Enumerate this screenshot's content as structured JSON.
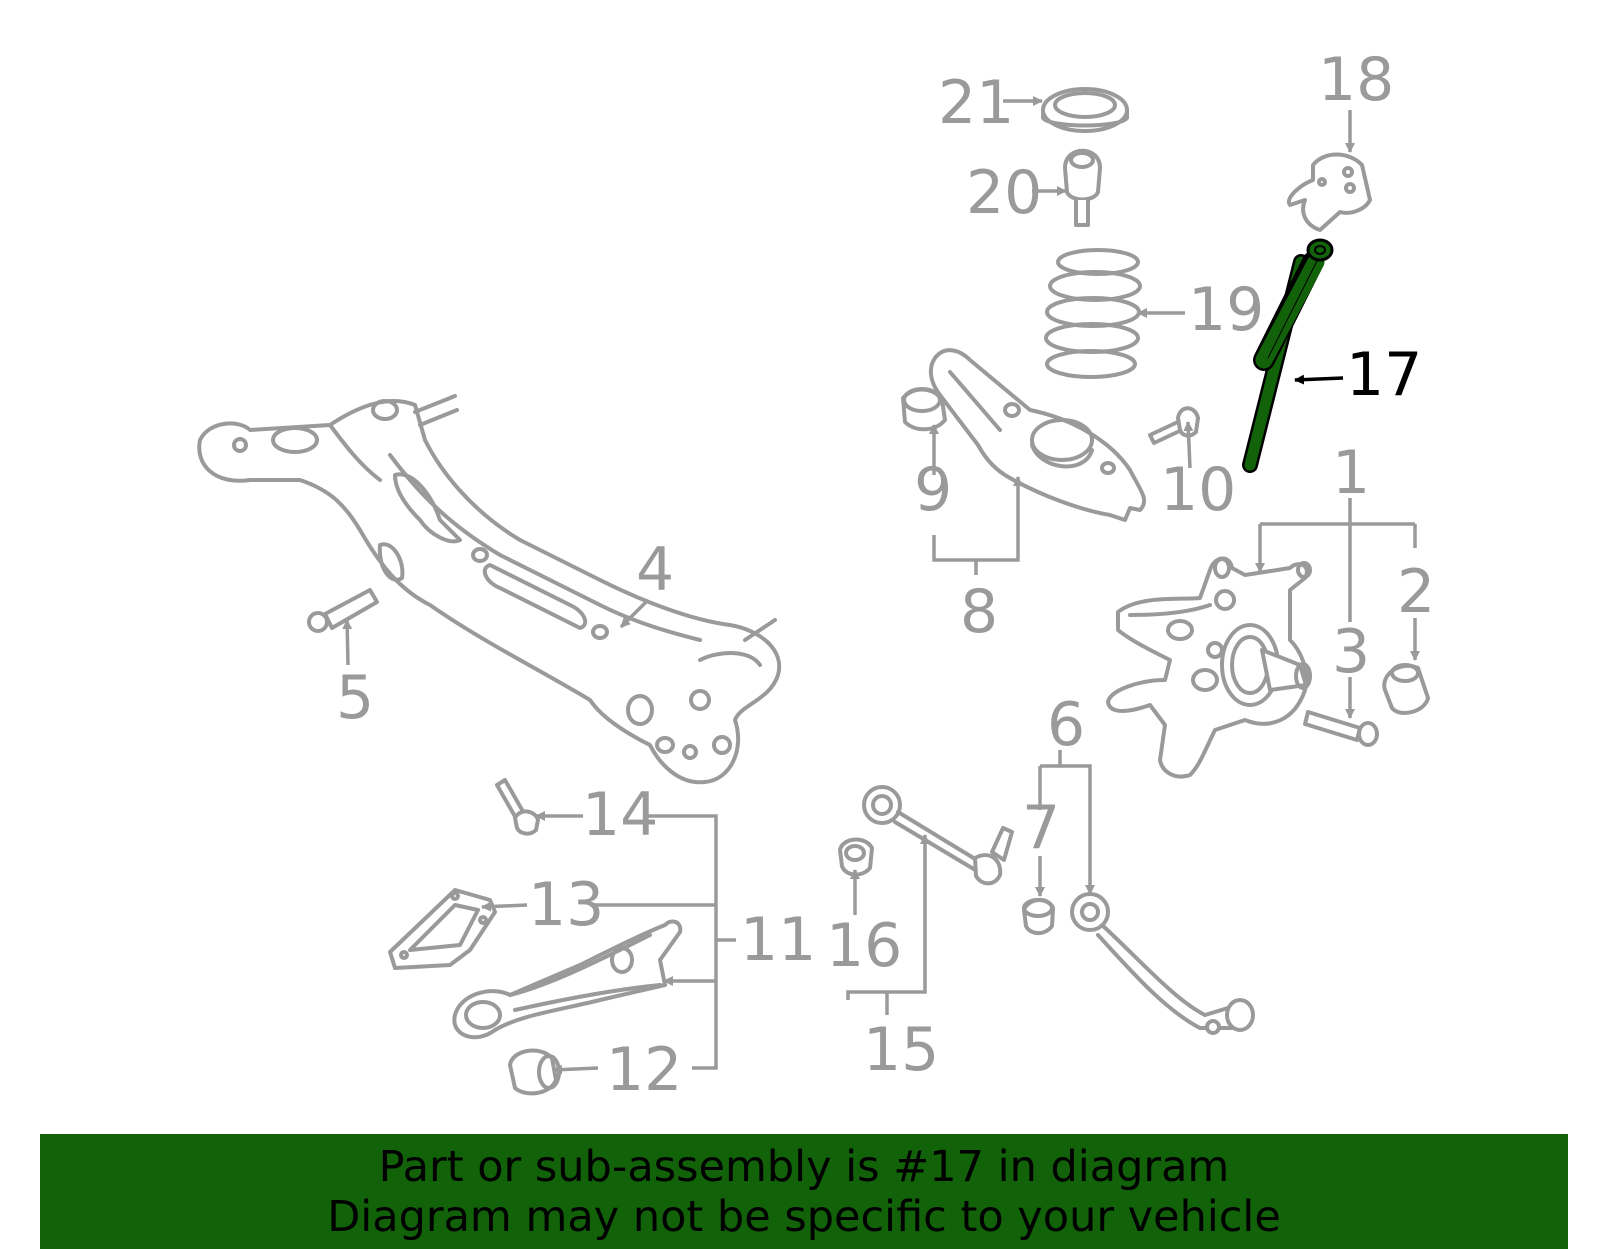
{
  "colors": {
    "highlight": "#116209",
    "lines": "#9a9a9a",
    "banner_bg": "#116209",
    "banner_text": "#000000"
  },
  "callouts": [
    {
      "id": "1",
      "label": "1"
    },
    {
      "id": "2",
      "label": "2"
    },
    {
      "id": "3",
      "label": "3"
    },
    {
      "id": "4",
      "label": "4"
    },
    {
      "id": "5",
      "label": "5"
    },
    {
      "id": "6",
      "label": "6"
    },
    {
      "id": "7",
      "label": "7"
    },
    {
      "id": "8",
      "label": "8"
    },
    {
      "id": "9",
      "label": "9"
    },
    {
      "id": "10",
      "label": "10"
    },
    {
      "id": "11",
      "label": "11"
    },
    {
      "id": "12",
      "label": "12"
    },
    {
      "id": "13",
      "label": "13"
    },
    {
      "id": "14",
      "label": "14"
    },
    {
      "id": "15",
      "label": "15"
    },
    {
      "id": "16",
      "label": "16"
    },
    {
      "id": "17",
      "label": "17",
      "highlighted": true
    },
    {
      "id": "18",
      "label": "18"
    },
    {
      "id": "19",
      "label": "19"
    },
    {
      "id": "20",
      "label": "20"
    },
    {
      "id": "21",
      "label": "21"
    }
  ],
  "banner": {
    "line1": "Part or sub-assembly is #17 in diagram",
    "line2": "Diagram may not be specific to your vehicle"
  }
}
